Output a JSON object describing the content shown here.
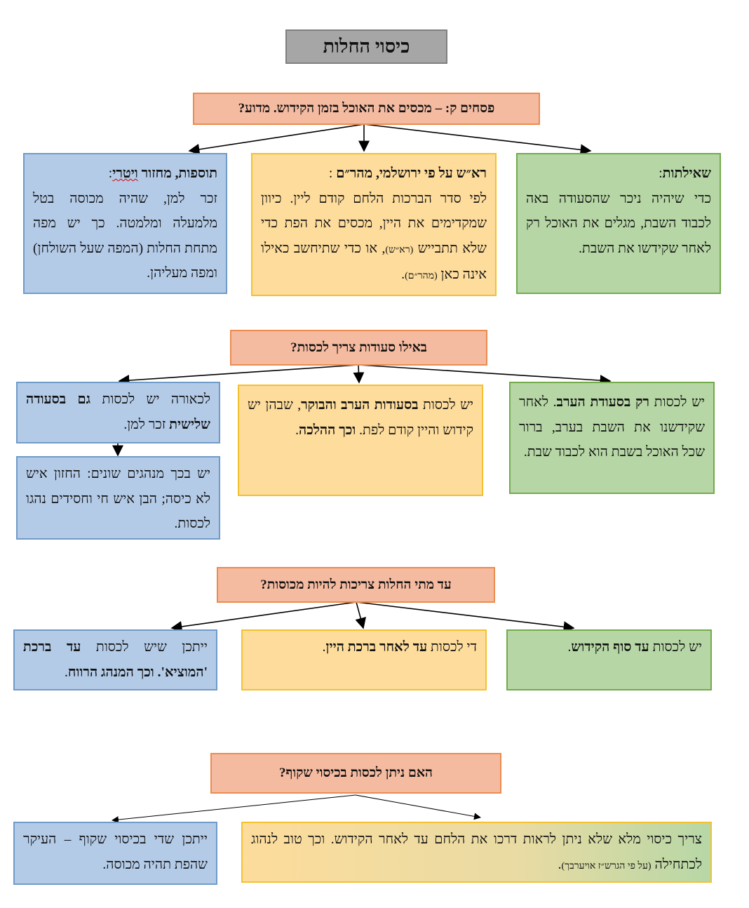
{
  "title": "כיסוי החלות",
  "q1": {
    "label": "פסחים ק: – מכסים את האוכל בזמן הקידוש. מדוע?",
    "green": {
      "heading": "שאילתות",
      "colon": ":",
      "text": "כדי שיהיה ניכר שהסעודה באה לכבוד השבת, מגלים את האוכל רק לאחר שקידשו את השבת."
    },
    "yellow": {
      "heading": "רא״ש על פי ירושלמי, מהר״ם",
      "colon": ":",
      "t1": "לפי סדר הברכות הלחם קודם ליין. כיוון שמקדימים את היין, מכסים את הפת כדי שלא תתבייש ",
      "s1": "(רא״ש)",
      "t2": ", או כדי שתיחשב כאילו אינה כאן ",
      "s2": "(מהר״ם)",
      "t3": "."
    },
    "blue": {
      "heading": "תוספות, מחזור ",
      "heading2": "ויטרי",
      "colon": ":",
      "text": "זכר למן, שהיה מכוסה בטל מלמעלה ומלמטה. כך יש מפה מתחת החלות (המפה שעל השולחן) ומפה מעליהן."
    }
  },
  "q2": {
    "label": "באילו סעודות צריך לכסות?",
    "green": {
      "t1": "יש לכסות ",
      "b1": "רק בסעודת הערב",
      "t2": ". לאחר שקידשנו את השבת בערב, ברור שכל האוכל בשבת הוא לכבוד שבת."
    },
    "yellow": {
      "t1": "יש לכסות ",
      "b1": "בסעודות הערב והבוקר",
      "t2": ", שבהן יש קידוש והיין קודם לפת. ",
      "b2": "וכך ההלכה",
      "t3": "."
    },
    "blue": {
      "t1": "לכאורה יש לכסות ",
      "b1": "גם בסעודה שלישית",
      "t2": " זכר למן."
    },
    "blue2": {
      "text": "יש בכך מנהגים שונים: החזון איש לא כיסה; הבן איש חי וחסידים נהגו לכסות."
    }
  },
  "q3": {
    "label": "עד מתי החלות צריכות להיות מכוסות?",
    "green": {
      "t1": "יש לכסות ",
      "b1": "עד סוף הקידוש",
      "t2": "."
    },
    "yellow": {
      "t1": "די לכסות ",
      "b1": "עד לאחר ברכת היין",
      "t2": "."
    },
    "blue": {
      "t1": "ייתכן שיש לכסות ",
      "b1": "עד ברכת 'המוציא'. וכך המנהג הרווח",
      "t2": "."
    }
  },
  "q4": {
    "label": "האם ניתן לכסות בכיסוי שקוף?",
    "wide": {
      "t1": "צריך כיסוי מלא שלא ניתן לראות דרכו את הלחם עד לאחר הקידוש. וכך טוב לנהוג לכתחילה ",
      "s1": "(על פי הגרש״ז אויערבך)",
      "t2": "."
    },
    "blue": {
      "text": "ייתכן שדי בכיסוי שקוף – העיקר שהפת תהיה מכוסה."
    }
  }
}
